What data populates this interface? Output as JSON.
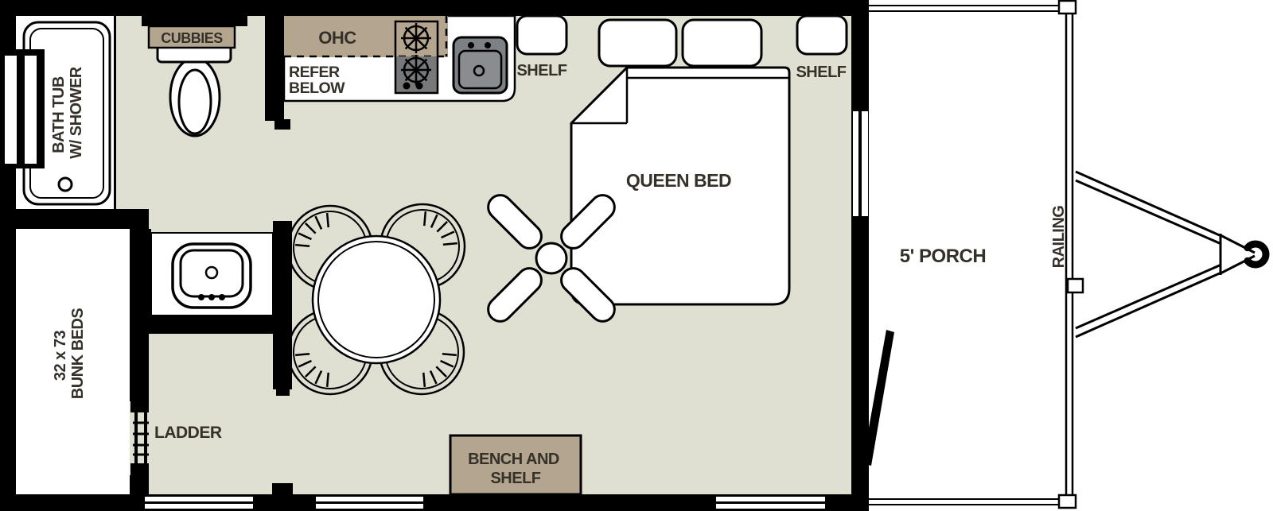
{
  "colors": {
    "floor": "#dfe0d2",
    "wall": "#000000",
    "tan": "#b4a68e",
    "stove_gray": "#77787a",
    "sink_gray": "#7d8084",
    "sink_gray_inner": "#8a8d90",
    "label": "#35312a"
  },
  "labels": {
    "bath_tub_line1": "BATH TUB",
    "bath_tub_line2": "W/ SHOWER",
    "cubbies": "CUBBIES",
    "ohc": "OHC",
    "refer_line1": "REFER",
    "refer_line2": "BELOW",
    "shelf_kitchen": "SHELF",
    "shelf_bedroom": "SHELF",
    "queen_bed": "QUEEN BED",
    "porch": "5' PORCH",
    "railing": "RAILING",
    "bunk_line1": "32 x 73",
    "bunk_line2": "BUNK BEDS",
    "ladder": "LADDER",
    "bench_line1": "BENCH AND",
    "bench_line2": "SHELF"
  }
}
